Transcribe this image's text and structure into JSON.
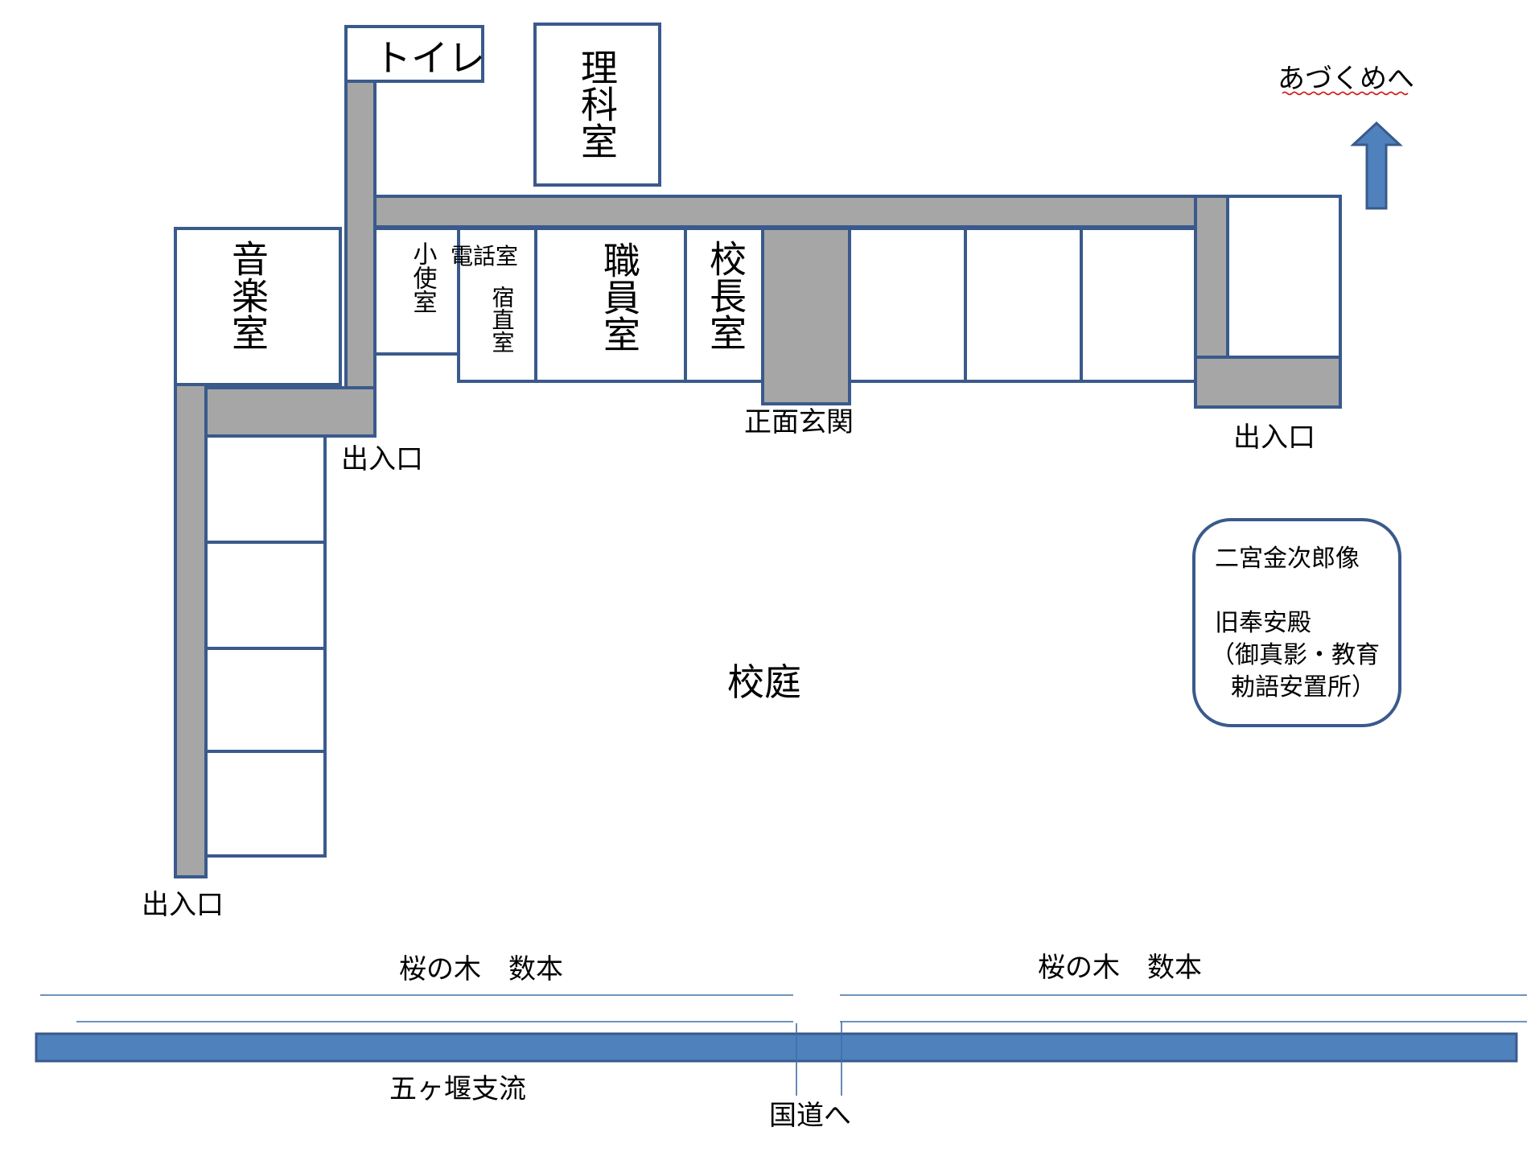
{
  "colors": {
    "outline": "#3a5a8c",
    "corridor": "#a6a6a6",
    "river": "#4f81bd",
    "arrow": "#4f81bd",
    "road_line": "#3f6ea8",
    "background": "#ffffff"
  },
  "labels": {
    "toilet": "トイレ",
    "science_room": "理科室",
    "music_room": "音楽室",
    "janitor_room": "小使室",
    "phone_room": "電話室",
    "night_duty_room": "宿直室",
    "staff_room": "職員室",
    "principal_room": "校長室",
    "front_entrance": "正面玄関",
    "exit_center": "出入口",
    "exit_right": "出入口",
    "exit_left": "出入口",
    "to_azukume": "あづくめへ",
    "schoolyard": "校庭",
    "statue_box": {
      "line1": "二宮金次郎像",
      "line2": "旧奉安殿",
      "line3": "（御真影・教育",
      "line4": "勅語安置所）"
    },
    "cherry_left": "桜の木　数本",
    "cherry_right": "桜の木　数本",
    "river": "五ヶ堰支流",
    "to_national_road": "国道へ"
  }
}
